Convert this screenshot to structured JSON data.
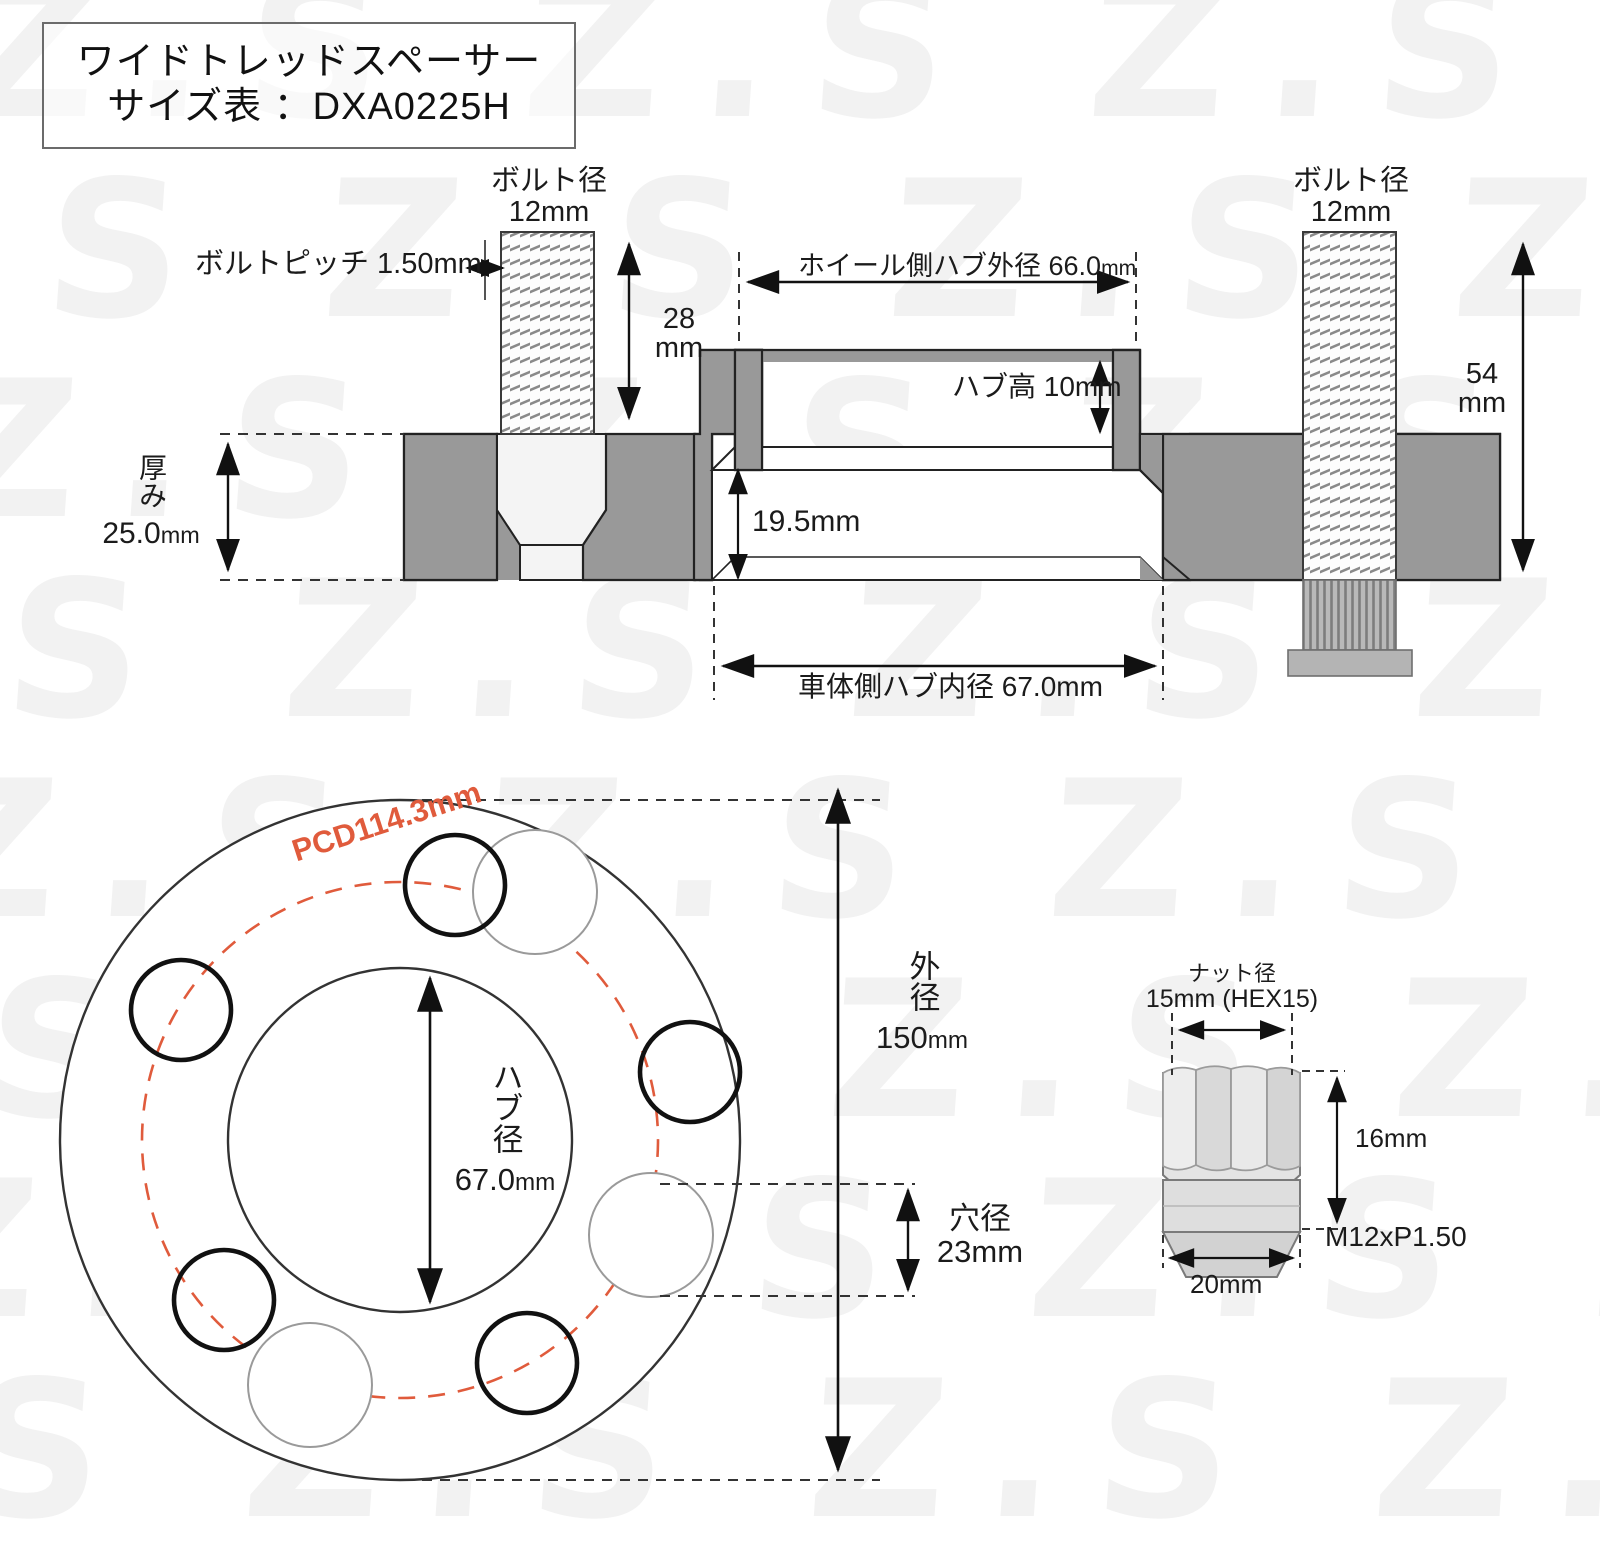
{
  "title": {
    "line1": "ワイドトレッドスペーサー",
    "line2": "サイズ表 ：DXA0225H",
    "product_code": "DXA0225H"
  },
  "watermark": {
    "text": "Z.S Z.S Z.S Z.S Z.S Z.S"
  },
  "cross_section": {
    "bolt_diameter_left": {
      "label": "ボルト径",
      "value": "12mm"
    },
    "bolt_diameter_right": {
      "label": "ボルト径",
      "value": "12mm"
    },
    "bolt_pitch": "ボルトピッチ 1.50mm",
    "bolt_stud_height": {
      "value": "28",
      "unit": "mm"
    },
    "wheel_side_hub_outer": "ホイール側ハブ外径 66.0",
    "wheel_side_hub_outer_unit": "mm",
    "hub_height": "ハブ高 10mm",
    "inner_depth": "19.5mm",
    "thickness": {
      "label": "厚み",
      "value": "25.0",
      "unit": "mm"
    },
    "body_side_hub_inner": "車体側ハブ内径 67.0mm",
    "total_bolt_length": {
      "value": "54",
      "unit": "mm"
    }
  },
  "plan_view": {
    "pcd": "PCD114.3mm",
    "hub_diameter": {
      "label": "ハブ径",
      "value": "67.0",
      "unit": "mm"
    },
    "outer_diameter": {
      "label": "外径",
      "value": "150",
      "unit": "mm"
    },
    "hole_diameter": {
      "label": "穴径",
      "value": "23mm"
    },
    "hole_count": 5
  },
  "nut": {
    "nut_diameter_label": "ナット径",
    "nut_diameter_value": "15mm (HEX15)",
    "height": "16mm",
    "width": "20mm",
    "thread": "M12xP1.50"
  },
  "colors": {
    "metal_gray": "#999999",
    "outline": "#222222",
    "pcd_red": "#e05b3c",
    "dim_line": "#111111",
    "watermark": "#f2f2f2"
  }
}
